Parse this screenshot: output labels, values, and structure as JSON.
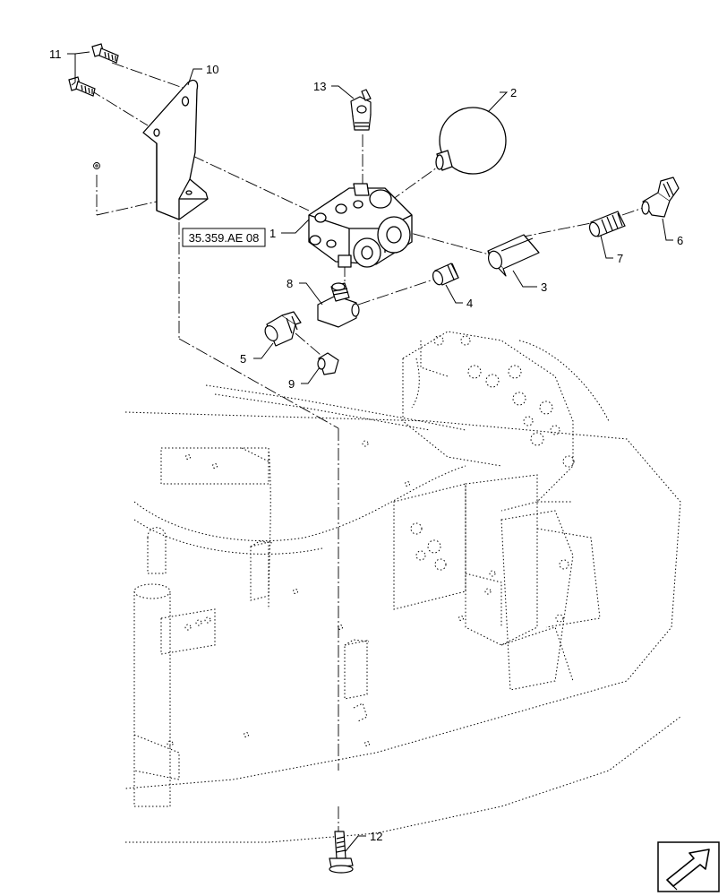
{
  "diagram": {
    "reference_box": "35.359.AE 08",
    "callouts": [
      {
        "id": "c1",
        "label": "1"
      },
      {
        "id": "c2",
        "label": "2"
      },
      {
        "id": "c3",
        "label": "3"
      },
      {
        "id": "c4",
        "label": "4"
      },
      {
        "id": "c5",
        "label": "5"
      },
      {
        "id": "c6",
        "label": "6"
      },
      {
        "id": "c7",
        "label": "7"
      },
      {
        "id": "c8",
        "label": "8"
      },
      {
        "id": "c9",
        "label": "9"
      },
      {
        "id": "c10",
        "label": "10"
      },
      {
        "id": "c11",
        "label": "11"
      },
      {
        "id": "c12",
        "label": "12"
      },
      {
        "id": "c13",
        "label": "13"
      }
    ],
    "nav_icon": "page-turn-arrow-icon"
  }
}
